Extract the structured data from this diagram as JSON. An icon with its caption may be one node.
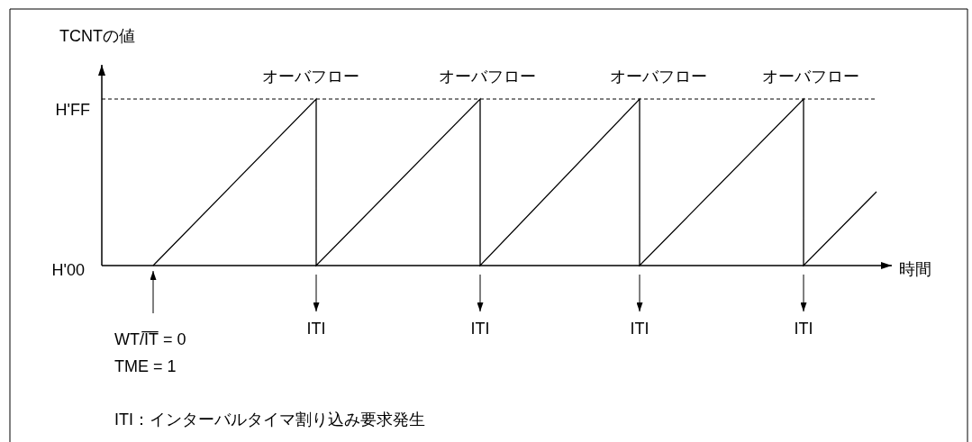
{
  "diagram": {
    "nodes": [
      {
        "text": [
          "WT/I̅T̅ = 0 TME = 1"
        ]
      },
      {
        "text": [
          "ITI"
        ]
      },
      {
        "text": [
          "ITI"
        ]
      },
      {
        "text": [
          "ITI"
        ]
      },
      {
        "text": [
          "ITI"
        ]
      }
    ],
    "edges": [
      {
        "from": 0,
        "to": null,
        "arrow": "to"
      },
      {
        "from": null,
        "to": 1,
        "arrow": "to"
      },
      {
        "from": null,
        "to": 2,
        "arrow": "to"
      },
      {
        "from": null,
        "to": 3,
        "arrow": "to"
      },
      {
        "from": null,
        "to": 4,
        "arrow": "to"
      }
    ],
    "labels": [
      "TCNTの値",
      "オーバフロー",
      "オーバフロー",
      "オーバフロー",
      "オーバフロー",
      "H'FF",
      "H'00",
      "時間",
      "ITI：インターバルタイマ割り込み要求発生"
    ]
  }
}
